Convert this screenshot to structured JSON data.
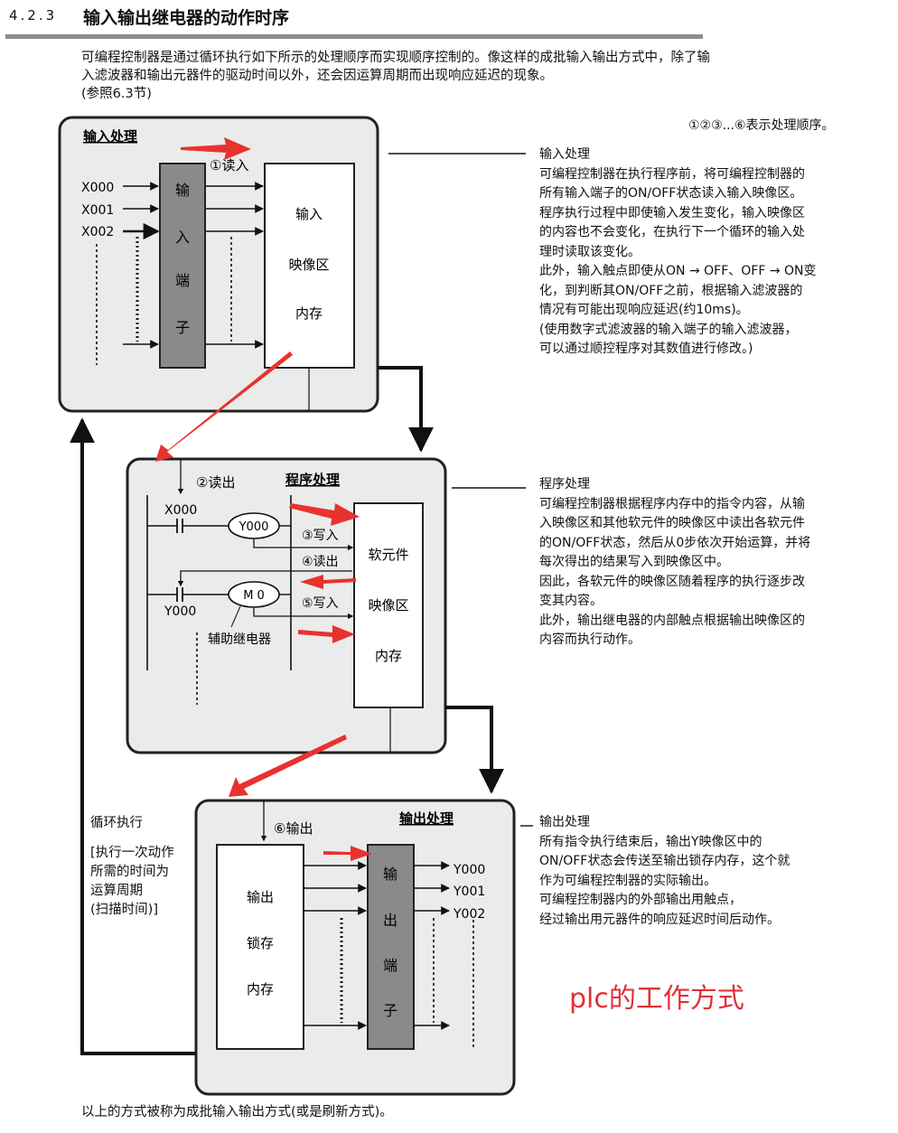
{
  "header": {
    "number": "4.2.3",
    "title": "输入输出继电器的动作时序"
  },
  "intro": {
    "line1": "可编程控制器是通过循环执行如下所示的处理顺序而实现顺序控制的。像这样的成批输入输出方式中，除了输",
    "line2": "入滤波器和输出元器件的驱动时间以外，还会因运算周期而出现响应延迟的现象。",
    "line3": "(参照6.3节)"
  },
  "order_note": "①②③...⑥表示处理顺序。",
  "input_block": {
    "title": "输入处理",
    "step": "①读入",
    "signals": [
      "X000",
      "X001",
      "X002"
    ],
    "terminal_label": [
      "输",
      "入",
      "端",
      "子"
    ],
    "memory_label": [
      "输入",
      "映像区",
      "内存"
    ]
  },
  "program_block": {
    "title": "程序处理",
    "read_step": "②读出",
    "contact1": "X000",
    "coil1": "Y000",
    "contact2": "Y000",
    "coil2": "M 0",
    "aux_label": "辅助继电器",
    "write1": "③写入",
    "read2": "④读出",
    "write2": "⑤写入",
    "memory_label": [
      "软元件",
      "映像区",
      "内存"
    ]
  },
  "output_block": {
    "title": "输出处理",
    "step": "⑥输出",
    "memory_label": [
      "输出",
      "锁存",
      "内存"
    ],
    "terminal_label": [
      "输",
      "出",
      "端",
      "子"
    ],
    "signals": [
      "Y000",
      "Y001",
      "Y002"
    ]
  },
  "descriptions": {
    "input": {
      "title": "输入处理",
      "lines": [
        "可编程控制器在执行程序前，将可编程控制器的",
        "所有输入端子的ON/OFF状态读入输入映像区。",
        "程序执行过程中即使输入发生变化，输入映像区",
        "的内容也不会变化，在执行下一个循环的输入处",
        "理时读取该变化。",
        "此外，输入触点即使从ON → OFF、OFF → ON变",
        "化，到判断其ON/OFF之前，根据输入滤波器的",
        "情况有可能出现响应延迟(约10ms)。",
        "(使用数字式滤波器的输入端子的输入滤波器，",
        "可以通过顺控程序对其数值进行修改。)"
      ]
    },
    "program": {
      "title": "程序处理",
      "lines": [
        "可编程控制器根据程序内存中的指令内容，从输",
        "入映像区和其他软元件的映像区中读出各软元件",
        "的ON/OFF状态，然后从0步依次开始运算，并将",
        "每次得出的结果写入到映像区中。",
        "因此，各软元件的映像区随着程序的执行逐步改",
        "变其内容。",
        "此外，输出继电器的内部触点根据输出映像区的",
        "内容而执行动作。"
      ]
    },
    "output": {
      "title": "输出处理",
      "lines": [
        "所有指令执行结束后，输出Y映像区中的",
        "ON/OFF状态会传送至输出锁存内存，这个就",
        "作为可编程控制器的实际输出。",
        "可编程控制器内的外部输出用触点，",
        "经过输出用元器件的响应延迟时间后动作。"
      ]
    }
  },
  "loop_note": {
    "title": "循环执行",
    "lines": [
      "[执行一次动作",
      "所需的时间为",
      "运算周期",
      "(扫描时间)]"
    ]
  },
  "bottom_note": "以上的方式被称为成批输入输出方式(或是刷新方式)。",
  "watermark": "plc的工作方式",
  "colors": {
    "block_bg": "#ebebeb",
    "terminal_fill": "#8a8a8a",
    "arrow_red": "#e8322e",
    "header_rule": "#8c8c8c"
  }
}
